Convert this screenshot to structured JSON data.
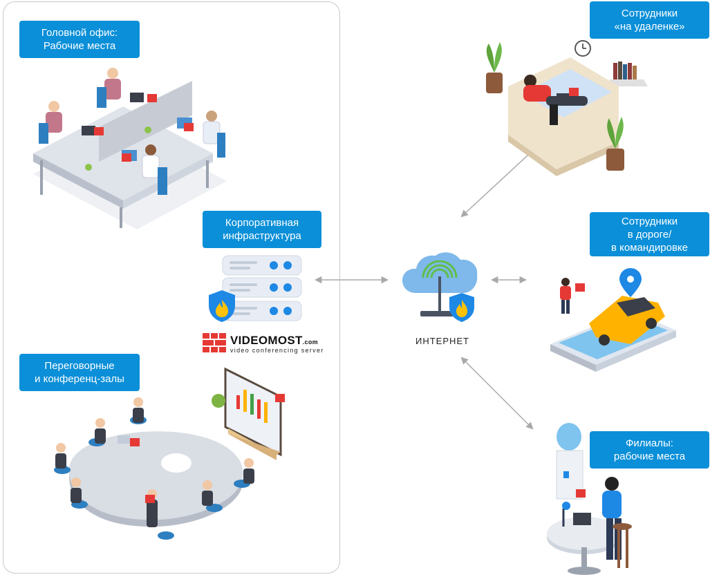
{
  "labels": {
    "head_office": [
      "Головной офис:",
      "Рабочие места"
    ],
    "infrastructure": [
      "Корпоративная",
      "инфраструктура"
    ],
    "meeting_rooms": [
      "Переговорные",
      "и конференц-залы"
    ],
    "remote": [
      "Сотрудники",
      "«на удаленке»"
    ],
    "travel": [
      "Сотрудники",
      "в дороге/",
      "в командировке"
    ],
    "branches": [
      "Филиалы:",
      "рабочие места"
    ]
  },
  "internet_label": "ИНТЕРНЕТ",
  "logo": {
    "name": "VIDEOMOST",
    "suffix": ".com",
    "tagline": "video conferencing server"
  },
  "colors": {
    "label_bg": "#0a8fd8",
    "brand_red": "#e53935",
    "arrow": "#a9a9a9",
    "frame": "#c8c8c8"
  },
  "icons": [
    "office-workspace-illustration",
    "server-rack-icon",
    "shield-flame-icon",
    "cloud-router-icon",
    "conference-room-illustration",
    "remote-worker-sofa-illustration",
    "car-map-pin-illustration",
    "branch-worker-illustration",
    "videomost-logo-icon"
  ]
}
